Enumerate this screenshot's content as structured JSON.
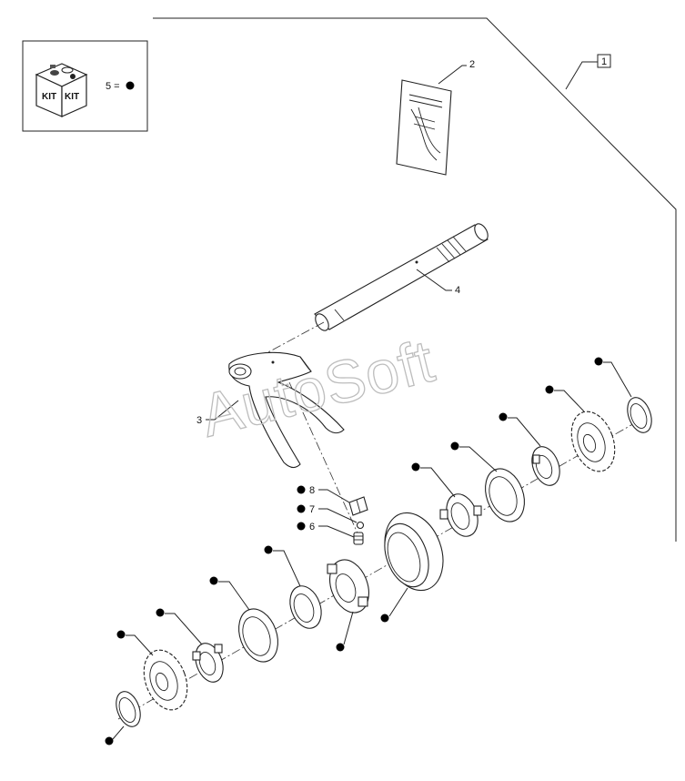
{
  "kit_legend": {
    "kit_label_left": "KIT",
    "kit_label_right": "KIT",
    "equation": "5 ="
  },
  "callouts": {
    "kit_ref": "1",
    "manual": "2",
    "fork": "3",
    "shaft": "4",
    "spring": "6",
    "ball": "7",
    "plate": "8"
  },
  "watermark": "AutoSoft",
  "icons": {
    "kit_box": "kit-box-icon",
    "kit_bullet": "filled-circle-bullet"
  }
}
